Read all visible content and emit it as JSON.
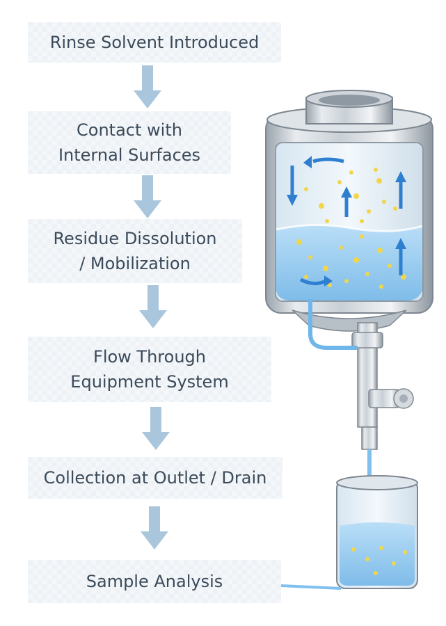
{
  "steps": [
    {
      "lines": [
        "Rinse Solvent Introduced"
      ]
    },
    {
      "lines": [
        "Contact with",
        "Internal Surfaces"
      ]
    },
    {
      "lines": [
        "Residue Dissolution",
        "/ Mobilization"
      ]
    },
    {
      "lines": [
        "Flow Through",
        "Equipment System"
      ]
    },
    {
      "lines": [
        "Collection at Outlet / Drain"
      ]
    },
    {
      "lines": [
        "Sample Analysis"
      ]
    }
  ],
  "colors": {
    "box_fill": "#eef2f6",
    "text": "#3b4a59",
    "arrow": "#a9c6dd",
    "liquid": "#8ec7ef",
    "flow_arrow": "#2f7fd0",
    "particle": "#f1d64a",
    "steel": "#c7cdd3"
  },
  "icons": {
    "vessel": "rinse-vessel-icon",
    "beaker": "collection-beaker-icon"
  }
}
